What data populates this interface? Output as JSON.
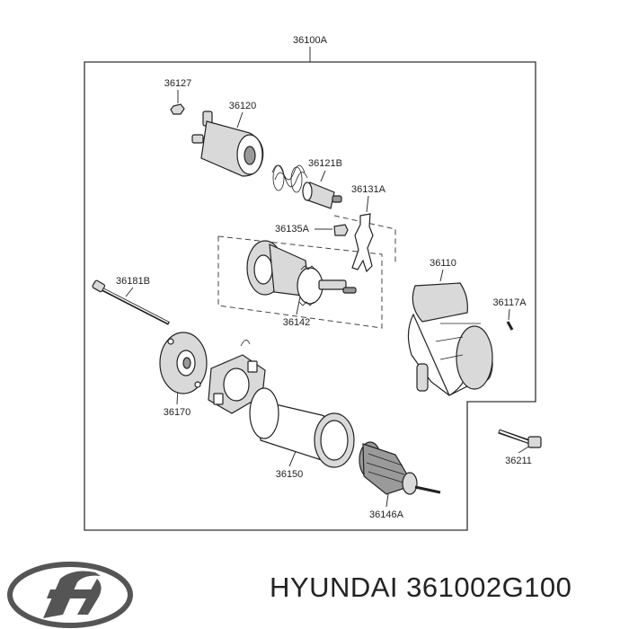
{
  "assembly_label": "36100A",
  "part_labels": {
    "p36127": "36127",
    "p36120": "36120",
    "p36121B": "36121B",
    "p36131A": "36131A",
    "p36135A": "36135A",
    "p36110": "36110",
    "p36181B": "36181B",
    "p36117A": "36117A",
    "p36142": "36142",
    "p36170": "36170",
    "p36150": "36150",
    "p36211": "36211",
    "p36146A": "36146A"
  },
  "brand": {
    "logo_icon": "hyundai-logo-icon"
  },
  "caption": "HYUNDAI 361002G100"
}
